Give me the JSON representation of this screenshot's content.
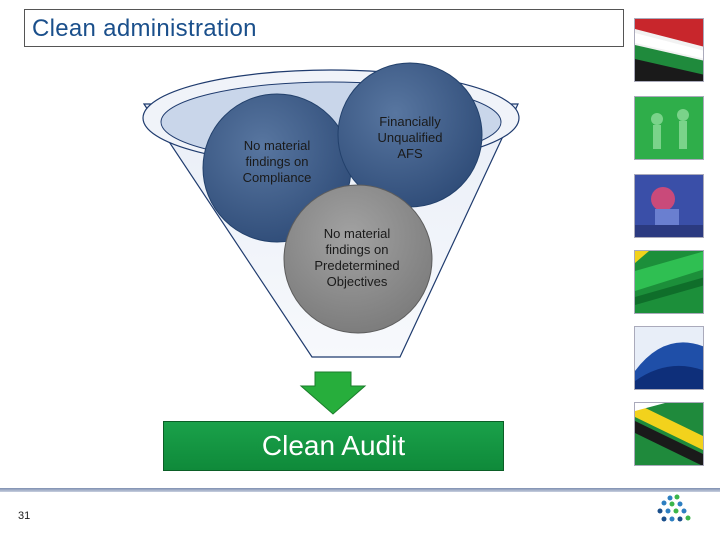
{
  "slide": {
    "title": "Clean administration",
    "page_number": "31"
  },
  "funnel": {
    "circles": [
      {
        "id": "compliance",
        "label": "No material\nfindings on\nCompliance"
      },
      {
        "id": "afs",
        "label": "Financially\nUnqualified\nAFS"
      },
      {
        "id": "predetermined",
        "label": "No material\nfindings on\nPredetermined\nObjectives"
      }
    ],
    "result": "Clean Audit"
  },
  "colors": {
    "title_text": "#1a4f8b",
    "funnel_outline": "#1f3b6e",
    "funnel_fill": "#dfe7f3",
    "circle_dark": "#3d5b86",
    "circle_grey": "#8c8c8c",
    "result_green": "#13953f",
    "arrow_green": "#27ae3c"
  },
  "side_images": [
    "flag-image",
    "runners-image",
    "athlete-image",
    "green-fabric-image",
    "blue-shape-image",
    "flag-stripes-image"
  ],
  "logo": "dots-logo-icon"
}
